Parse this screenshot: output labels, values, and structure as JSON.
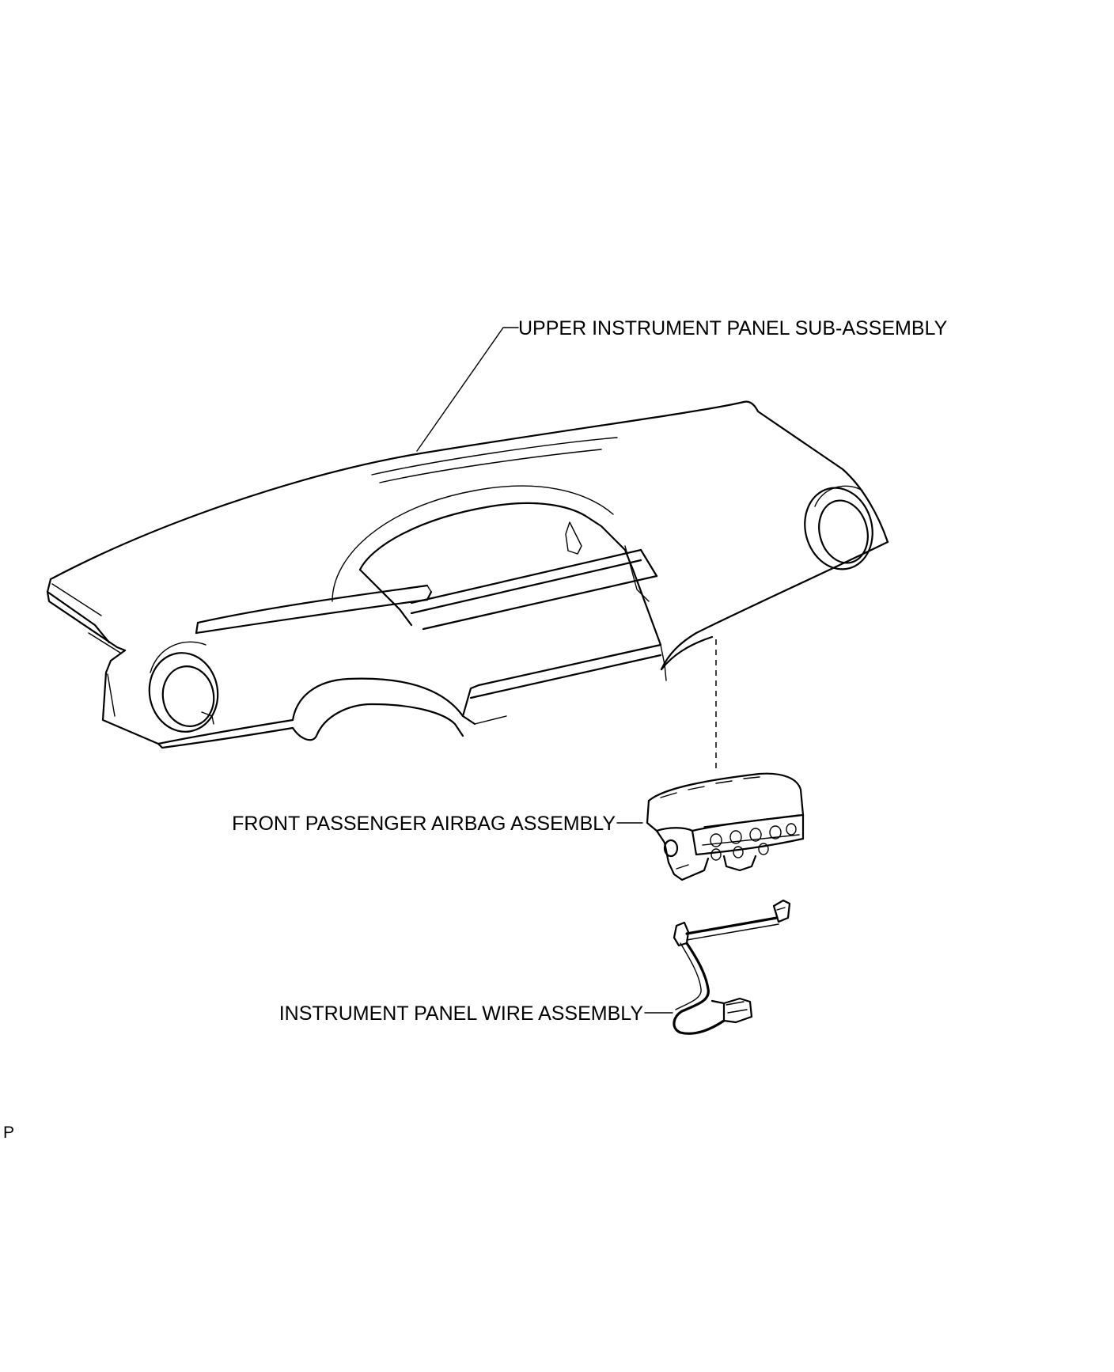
{
  "labels": {
    "upper_panel": "UPPER INSTRUMENT PANEL SUB-ASSEMBLY",
    "airbag": "FRONT PASSENGER AIRBAG ASSEMBLY",
    "wire": "INSTRUMENT PANEL WIRE ASSEMBLY",
    "corner_code": "P"
  }
}
